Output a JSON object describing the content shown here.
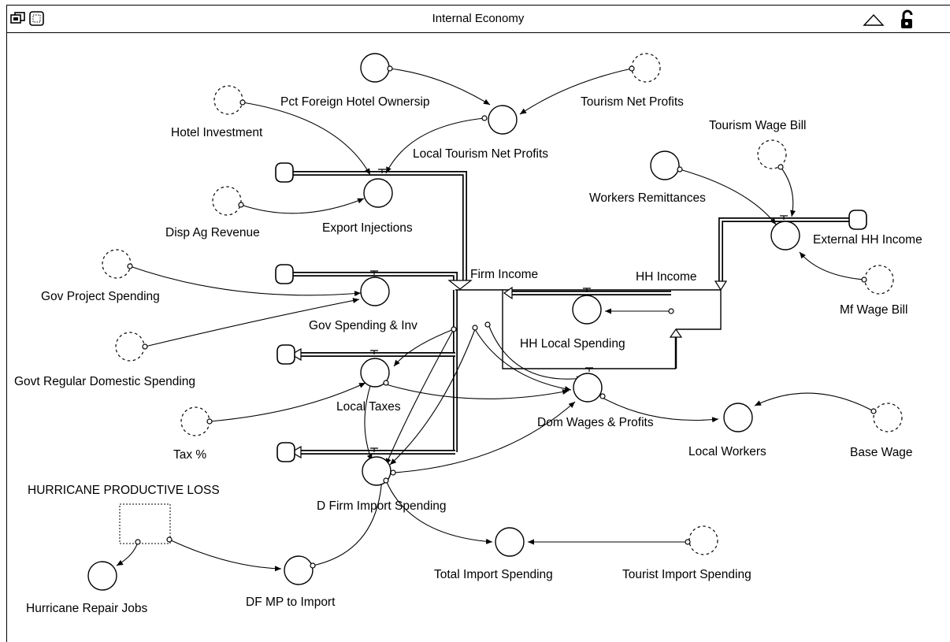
{
  "window": {
    "title": "Internal Economy"
  },
  "toolbar": {
    "left_icons": [
      "model-view-icon",
      "map-view-icon"
    ],
    "right_icons": [
      "up-triangle-icon",
      "unlock-icon"
    ]
  },
  "diagram": {
    "labels": {
      "pct_foreign": "Pct Foreign Hotel Ownersip",
      "tourism_net_profits": "Tourism Net Profits",
      "hotel_investment": "Hotel Investment",
      "local_tourism_net_profits": "Local Tourism Net Profits",
      "tourism_wage_bill": "Tourism Wage Bill",
      "workers_remittances": "Workers Remittances",
      "disp_ag_revenue": "Disp Ag Revenue",
      "export_injections": "Export Injections",
      "external_hh_income": "External HH Income",
      "firm_income": "Firm Income",
      "hh_income": "HH Income",
      "gov_project_spending": "Gov Project Spending",
      "mf_wage_bill": "Mf Wage Bill",
      "gov_spending_inv": "Gov Spending & Inv",
      "hh_local_spending": "HH Local Spending",
      "govt_regular": "Govt Regular Domestic Spending",
      "local_taxes": "Local Taxes",
      "dom_wages_profits": "Dom Wages & Profits",
      "local_workers": "Local Workers",
      "base_wage": "Base Wage",
      "tax_pct": "Tax %",
      "hurricane_productive_loss": "HURRICANE PRODUCTIVE LOSS",
      "d_firm_import_spending": "D Firm Import Spending",
      "total_import_spending": "Total Import Spending",
      "tourist_import_spending": "Tourist Import Spending",
      "hurricane_repair_jobs": "Hurricane Repair Jobs",
      "df_mp_to_import": "DF MP to Import"
    }
  }
}
